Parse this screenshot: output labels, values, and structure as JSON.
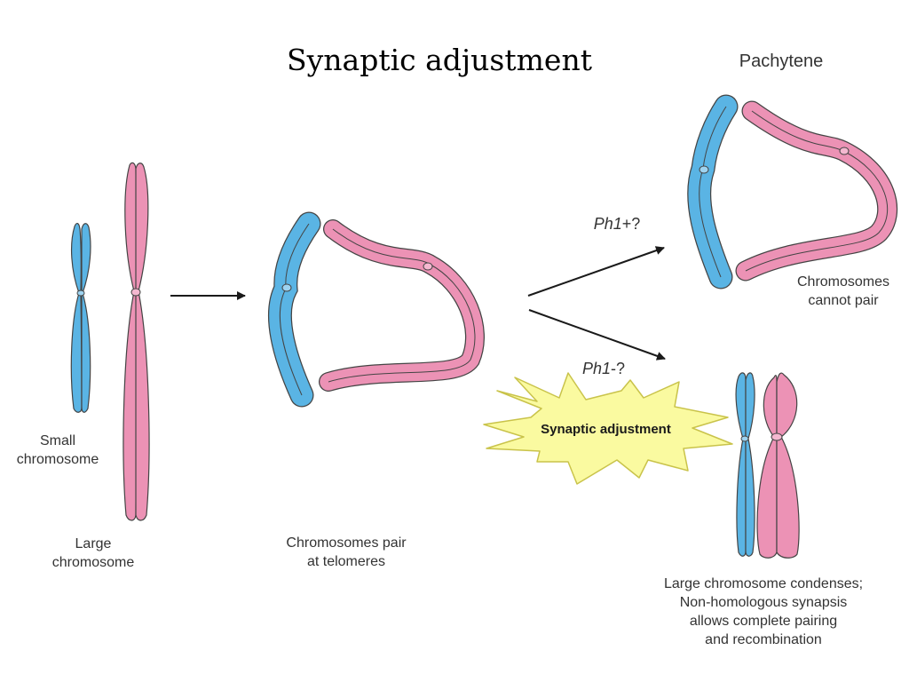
{
  "title": "Synaptic adjustment",
  "stage_label": "Pachytene",
  "labels": {
    "small_line1": "Small",
    "small_line2": "chromosome",
    "large_line1": "Large",
    "large_line2": "chromosome",
    "pair_line1": "Chromosomes pair",
    "pair_line2": "at telomeres",
    "cannot_line1": "Chromosomes",
    "cannot_line2": "cannot pair",
    "outcome_line1": "Large chromosome condenses;",
    "outcome_line2": "Non-homologous synapsis",
    "outcome_line3": "allows complete pairing",
    "outcome_line4": "and recombination"
  },
  "branches": {
    "plus_gene": "Ph1",
    "plus_suffix": "+?",
    "minus_gene": "Ph1",
    "minus_suffix": "-?"
  },
  "burst_label": "Synaptic adjustment",
  "colors": {
    "blue": "#5ab4e4",
    "pink": "#ec92b5",
    "outline": "#444444",
    "burst_fill": "#fafaa0",
    "burst_stroke": "#c9c34a",
    "arrow": "#1a1a1a"
  }
}
